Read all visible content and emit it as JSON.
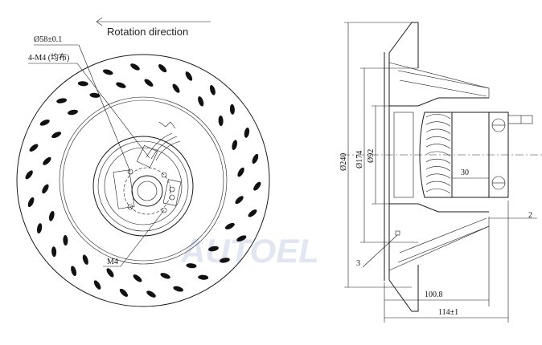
{
  "labels": {
    "rotation": "Rotation direction",
    "bolt_circle": "Ø58±0.1",
    "holes": "4-M4 (均布)",
    "thread": "M4",
    "watermark": "AUTOEL"
  },
  "dims": {
    "d240": "Ø240",
    "d174": "Ø174",
    "d92": "Ø92",
    "d30": "30",
    "d2": "2",
    "d3": "3",
    "d100_8": "100.8",
    "d114": "114±1"
  }
}
